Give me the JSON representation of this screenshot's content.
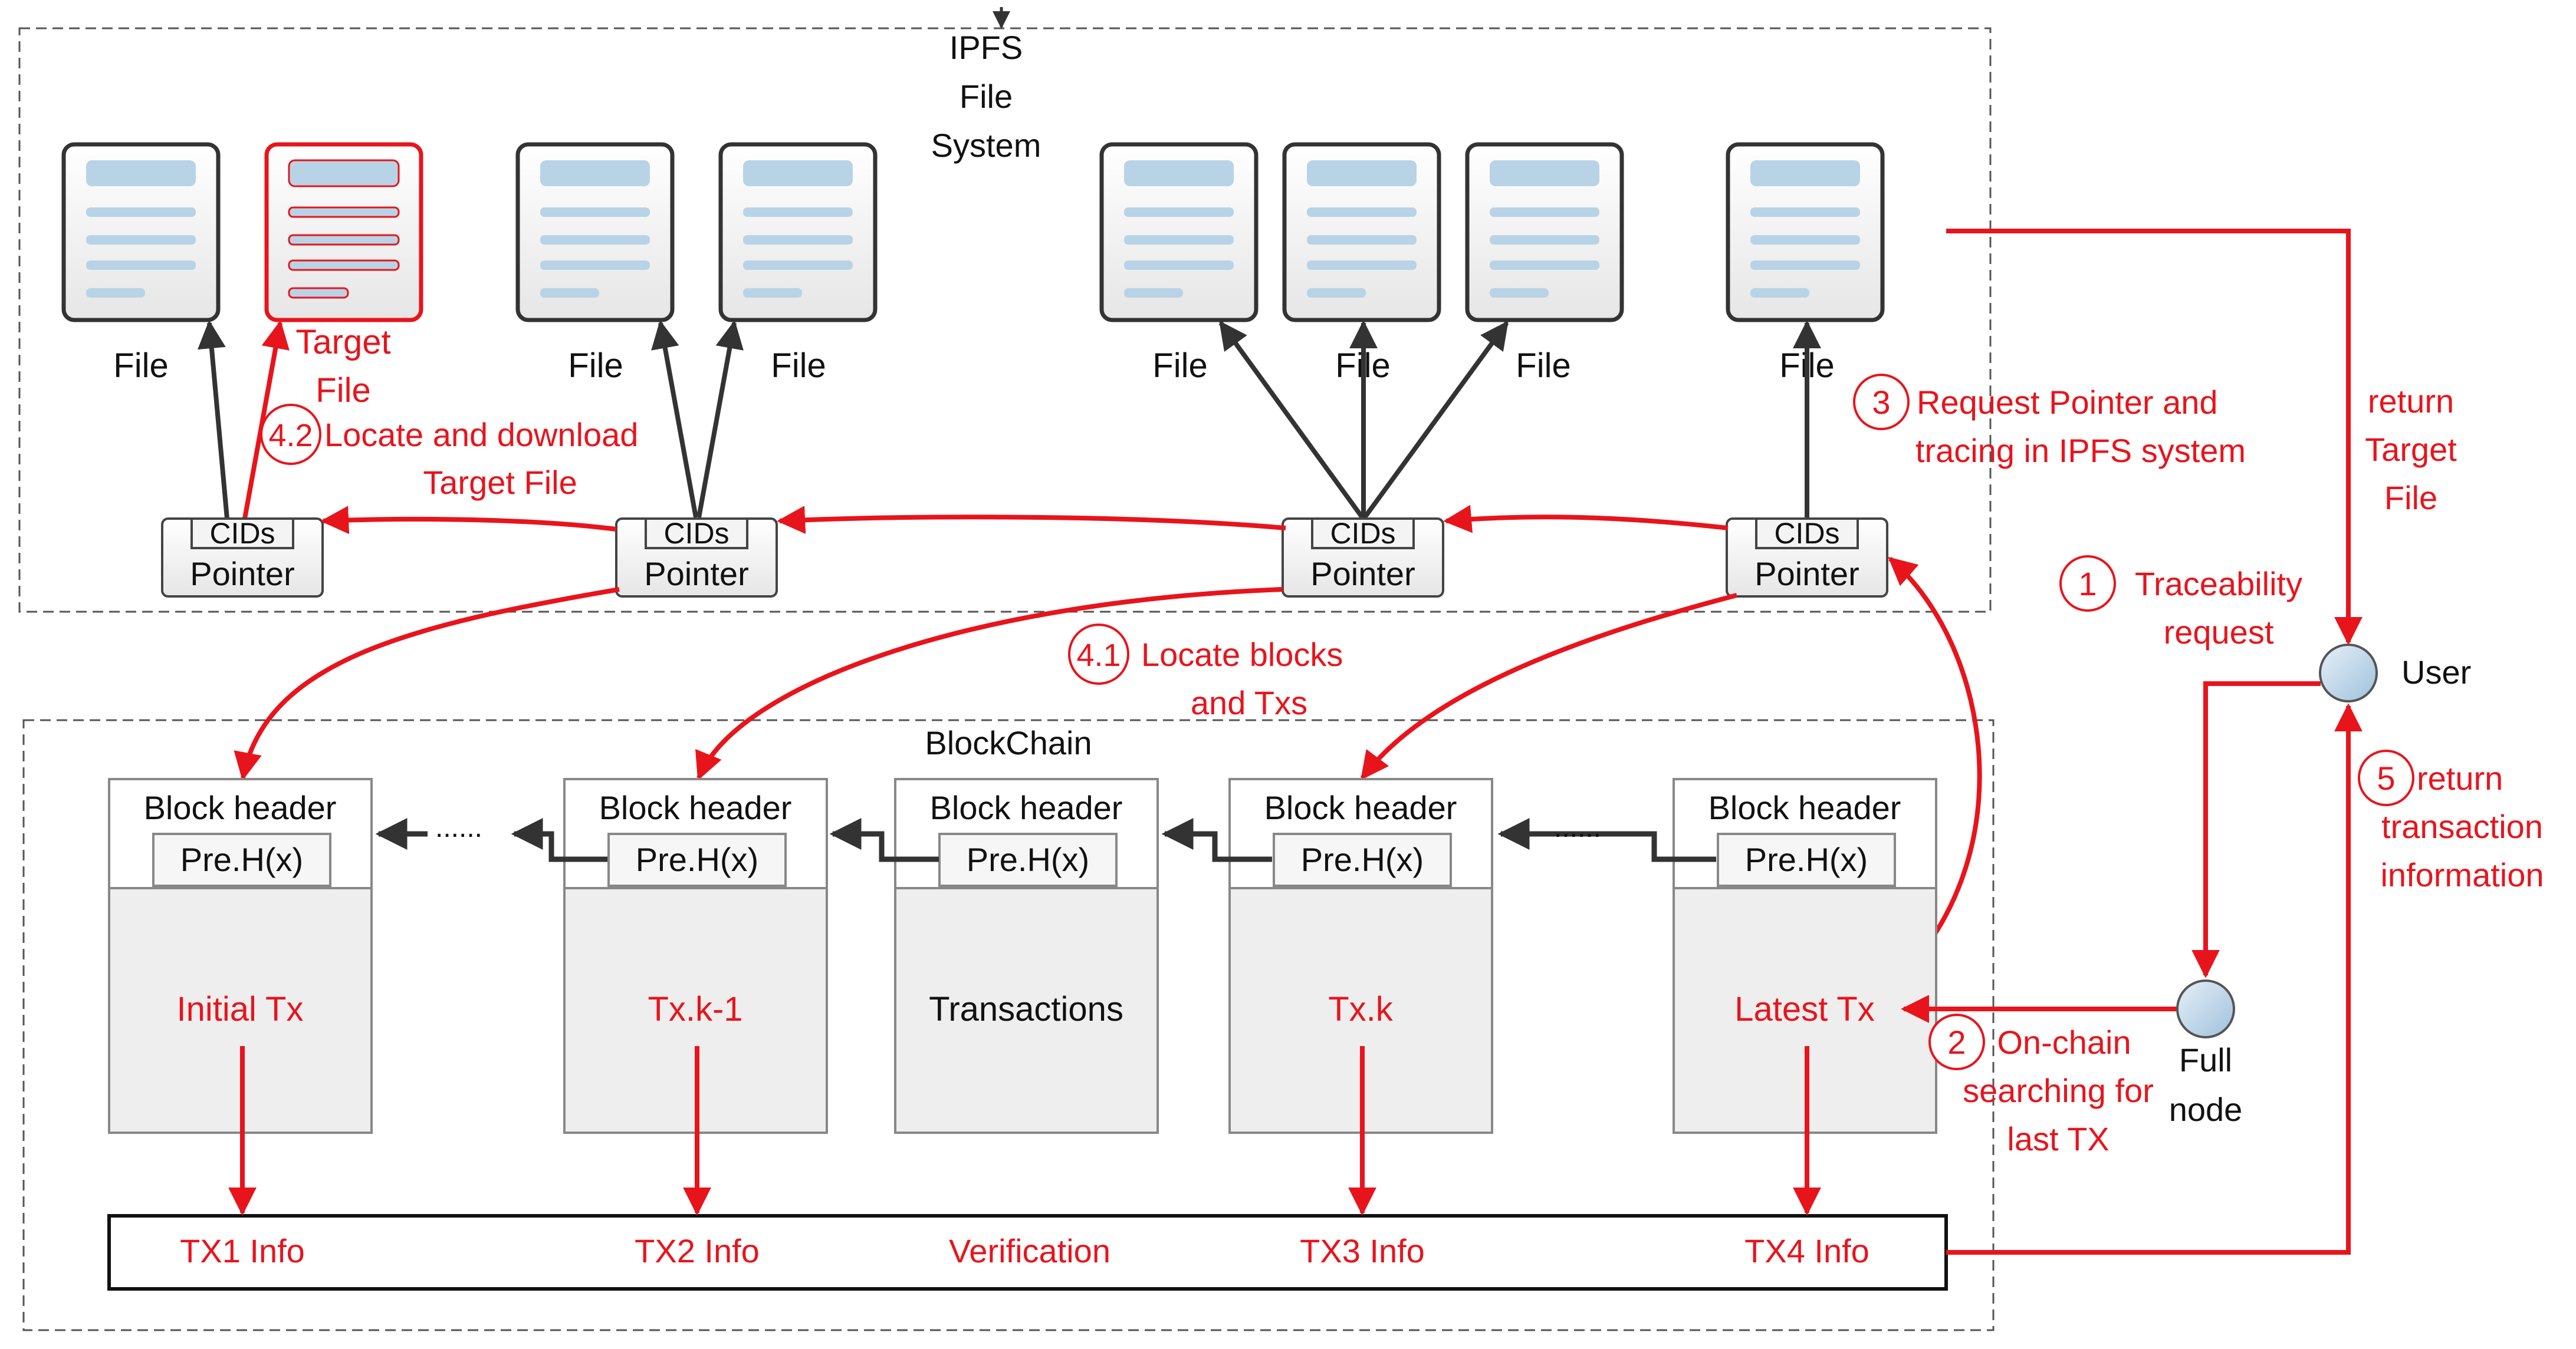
{
  "ipfs": {
    "title_lines": [
      "IPFS",
      "File",
      "System"
    ]
  },
  "blockchain": {
    "title": "BlockChain"
  },
  "colors": {
    "red": "#e8141c",
    "black": "#333333",
    "doc_bar": "#b9d3e6"
  },
  "files": {
    "labels": [
      "File",
      "File",
      "File",
      "File",
      "File",
      "File",
      "File"
    ],
    "target_lines": [
      "Target",
      "File"
    ]
  },
  "cids": {
    "cid_label": "CIDs",
    "pointer_label": "Pointer"
  },
  "blocks": {
    "header_label": "Block header",
    "prev_label": "Pre.H(x)",
    "bodies": [
      "Initial Tx",
      "Tx.k-1",
      "Transactions",
      "Tx.k",
      "Latest Tx"
    ],
    "dots": "......"
  },
  "infobar": {
    "items": [
      "TX1 Info",
      "TX2 Info",
      "Verification",
      "TX3 Info",
      "TX4 Info"
    ]
  },
  "nodes": {
    "user": "User",
    "full_node_lines": [
      "Full",
      "node"
    ]
  },
  "steps": {
    "s1": {
      "num": "1",
      "lines": [
        "Traceability",
        "request"
      ]
    },
    "s2": {
      "num": "2",
      "lines": [
        "On-chain",
        "searching for",
        "last TX"
      ]
    },
    "s3": {
      "num": "3",
      "lines": [
        "Request Pointer and",
        "tracing in IPFS system"
      ]
    },
    "s41": {
      "num": "4.1",
      "lines": [
        "Locate blocks",
        "and Txs"
      ]
    },
    "s42": {
      "num": "4.2",
      "lines": [
        "Locate and download",
        "Target File"
      ]
    },
    "s5": {
      "num": "5",
      "lines": [
        "return",
        "transaction",
        "information"
      ]
    },
    "ret_target": {
      "lines": [
        "return",
        "Target",
        "File"
      ]
    }
  }
}
